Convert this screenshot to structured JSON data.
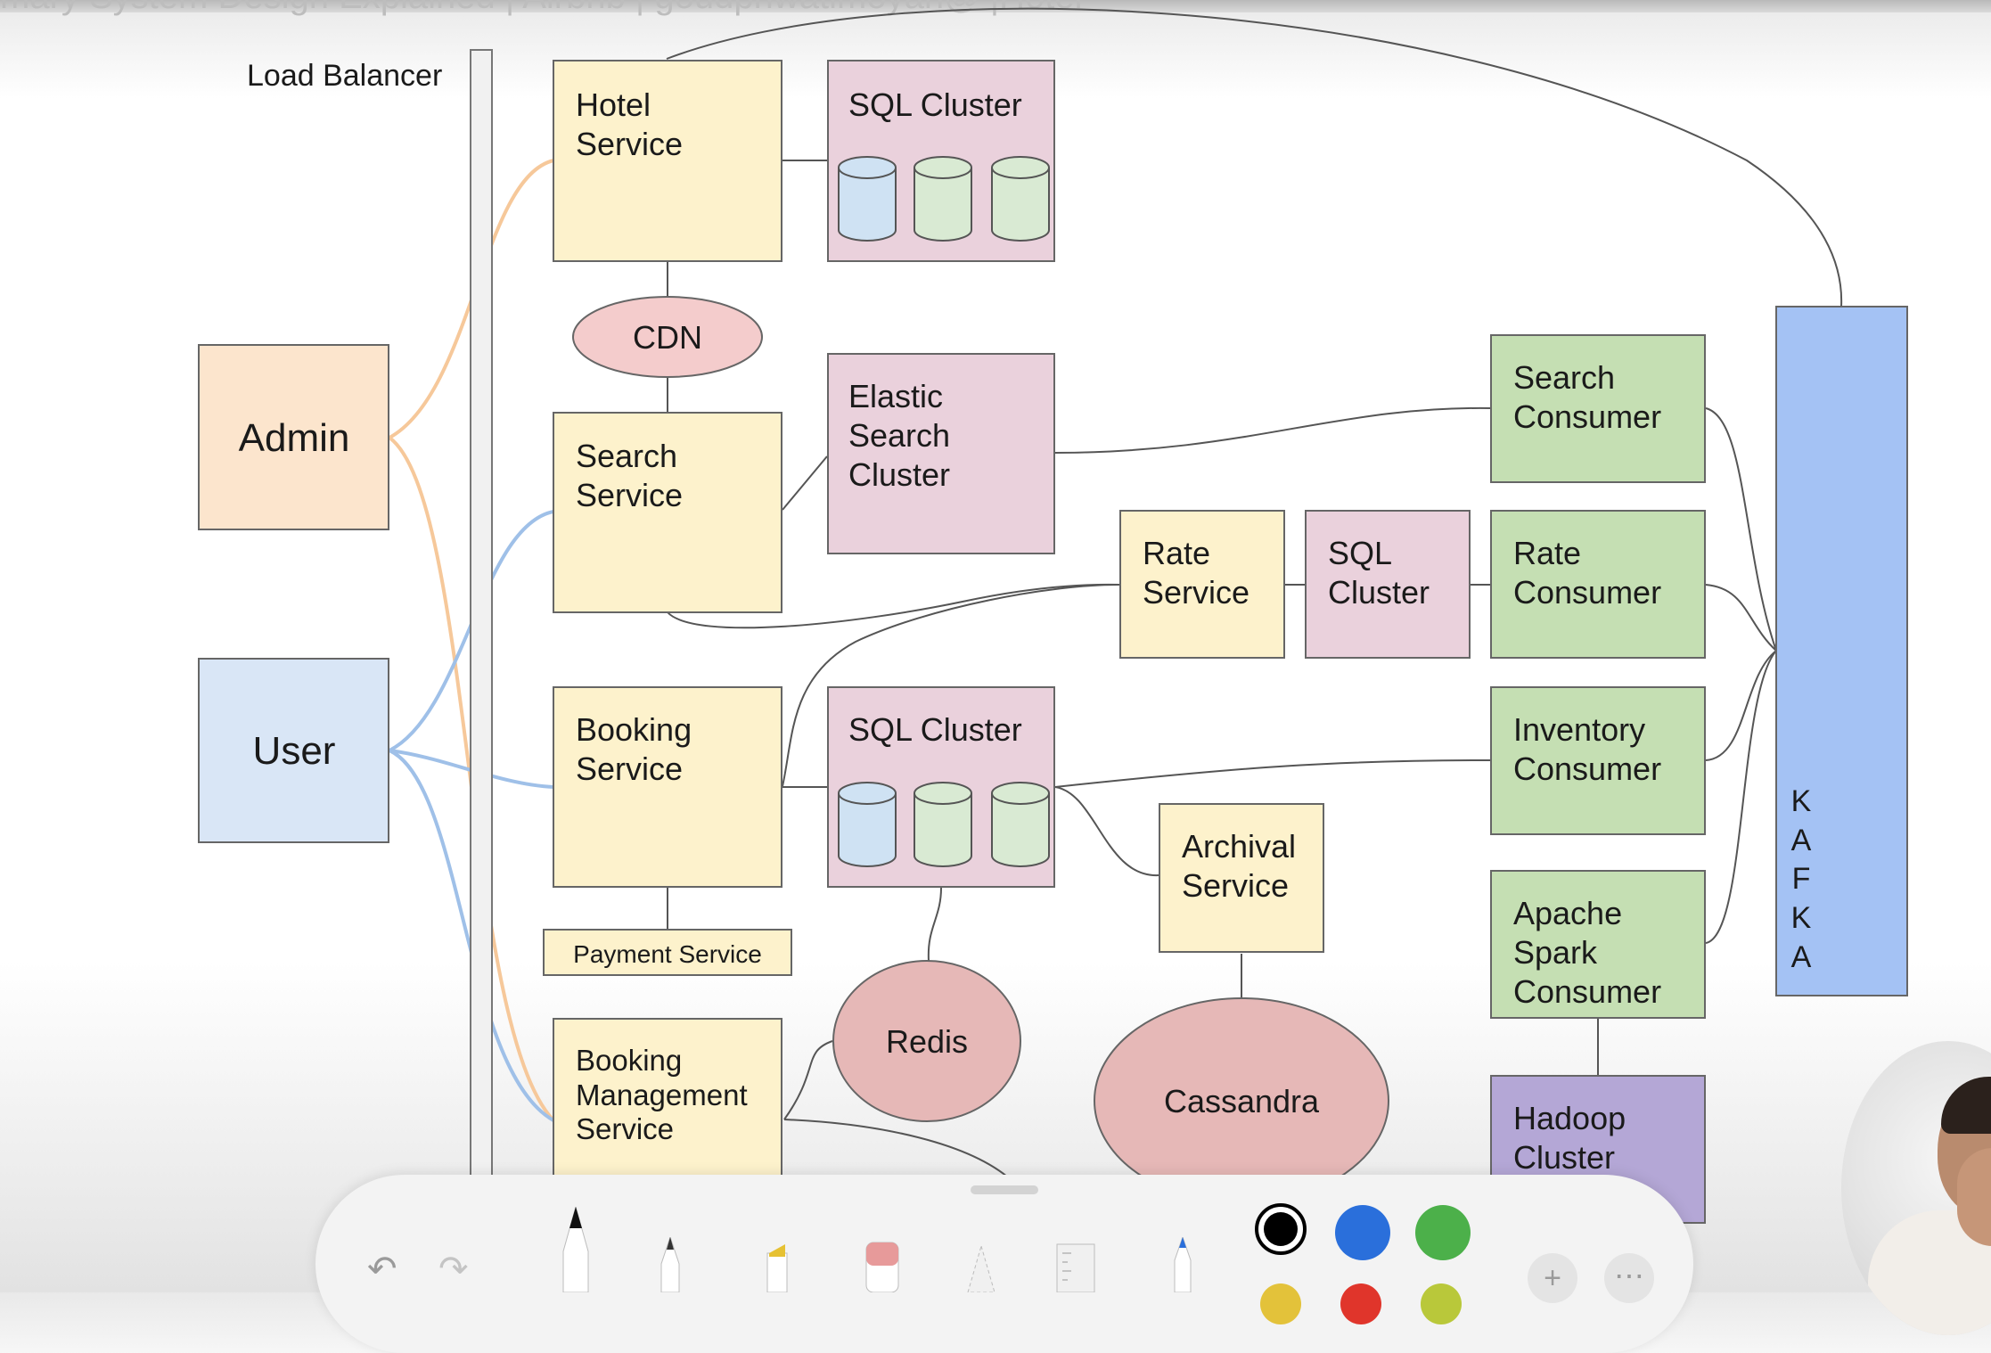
{
  "header": {
    "caption": "mary System Design Explained | Airbnb | goudpriwatimoyan@ |Hotel"
  },
  "diagram": {
    "load_balancer_label": "Load Balancer",
    "nodes": {
      "admin": "Admin",
      "user": "User",
      "hotel_service": [
        "Hotel",
        "Service"
      ],
      "sql_cluster_hotel": "SQL Cluster",
      "cdn": "CDN",
      "search_service": [
        "Search",
        "Service"
      ],
      "elastic_search_cluster": [
        "Elastic",
        "Search",
        "Cluster"
      ],
      "rate_service": [
        "Rate",
        "Service"
      ],
      "sql_cluster_rate": [
        "SQL",
        "Cluster"
      ],
      "booking_service": [
        "Booking",
        "Service"
      ],
      "sql_cluster_booking": "SQL Cluster",
      "payment_service": "Payment Service",
      "booking_management_service": [
        "Booking",
        "Management",
        "Service"
      ],
      "redis": "Redis",
      "archival_service": [
        "Archival",
        "Service"
      ],
      "cassandra": "Cassandra",
      "search_consumer": [
        "Search",
        "Consumer"
      ],
      "rate_consumer": [
        "Rate",
        "Consumer"
      ],
      "inventory_consumer": [
        "Inventory",
        "Consumer"
      ],
      "apache_spark_consumer": [
        "Apache",
        "Spark",
        "Consumer"
      ],
      "hadoop_cluster": [
        "Hadoop",
        "Cluster"
      ],
      "kafka": [
        "K",
        "A",
        "F",
        "K",
        "A"
      ]
    },
    "colors": {
      "service_fill": "#fdf2cc",
      "db_fill": "#ead1dc",
      "consumer_fill": "#c5dfb3",
      "kafka_fill": "#a4c2f4",
      "hadoop_fill": "#b4a7d6",
      "admin_fill": "#fce5cd",
      "user_fill": "#d9e6f6",
      "admin_edge": "#f6c89a",
      "user_edge": "#9fc0e8",
      "cache_fill": "#e6b8b7",
      "disk_blue": "#cfe2f3",
      "disk_green": "#d9ead3"
    }
  },
  "toolbar": {
    "undo_icon": "undo-icon",
    "redo_icon": "redo-icon",
    "tools": [
      "pen-tool",
      "fine-pen-tool",
      "highlighter-tool",
      "eraser-tool",
      "lasso-tool",
      "ruler-tool",
      "pencil-tool"
    ],
    "add_icon": "+",
    "more_icon": "⋯",
    "colors": [
      "#000000",
      "#2a6fdb",
      "#4cb04a"
    ],
    "lower_colors": [
      "#e3c23a",
      "#e0352b",
      "#b9c83a"
    ]
  }
}
